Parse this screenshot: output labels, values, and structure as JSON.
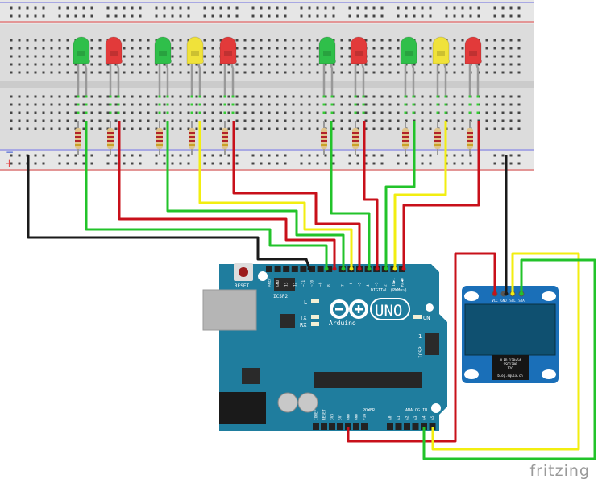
{
  "breadboard": {
    "rail_minus": "−",
    "rail_plus": "+"
  },
  "leds": [
    {
      "color": "green"
    },
    {
      "color": "red"
    },
    {
      "color": "green"
    },
    {
      "color": "yellow"
    },
    {
      "color": "red"
    },
    {
      "color": "green"
    },
    {
      "color": "red"
    },
    {
      "color": "green"
    },
    {
      "color": "yellow"
    },
    {
      "color": "red"
    }
  ],
  "colors": {
    "green": "#2fbf4a",
    "red": "#e23a3a",
    "yellow": "#f0e23a",
    "wire_green": "#22c32a",
    "wire_red": "#c8101a",
    "wire_yellow": "#f2ee10",
    "wire_black": "#1a1a1a",
    "board": "#1f7d9e",
    "oled": "#1a6fb8"
  },
  "arduino": {
    "reset_label": "RESET",
    "icsp2_label": "ICSP2",
    "icsp_label": "ICSP",
    "logo_text": "UNO",
    "brand": "Arduino",
    "led_labels": {
      "l": "L",
      "tx": "TX",
      "rx": "RX",
      "on": "ON"
    },
    "digital_label": "DIGITAL (PWM=~)",
    "top_pins": [
      "AREF",
      "GND",
      "13",
      "12",
      "~11",
      "~10",
      "~9",
      "8",
      "7",
      "~6",
      "~5",
      "4",
      "~3",
      "2",
      "TX▶1",
      "RX◀0"
    ],
    "power_label": "POWER",
    "analog_label": "ANALOG IN",
    "power_pins": [
      "IOREF",
      "RESET",
      "3V3",
      "5V",
      "GND",
      "GND",
      "VIN"
    ],
    "analog_pins": [
      "A0",
      "A1",
      "A2",
      "A3",
      "A4",
      "A5"
    ],
    "icsp_pin1": "1"
  },
  "oled": {
    "pins": [
      "VCC",
      "GND",
      "SCL",
      "SDA"
    ],
    "label_lines": [
      "OLED 128x64",
      "SSD1306",
      "I2C",
      "blog.squix.ch"
    ]
  },
  "watermark": "fritzing"
}
